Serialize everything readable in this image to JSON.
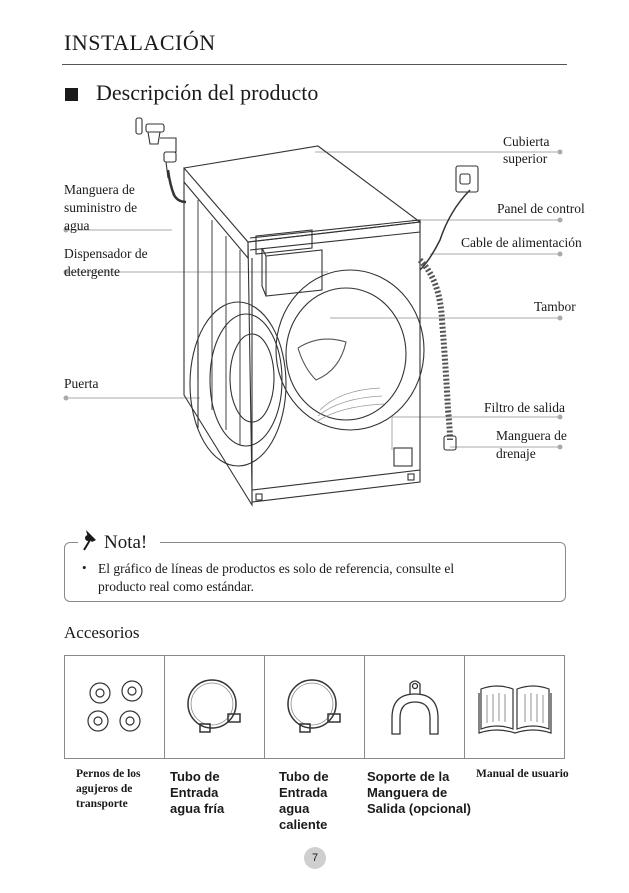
{
  "header": {
    "title": "INSTALACIÓN"
  },
  "section": {
    "title": "Descripción del producto"
  },
  "diagram": {
    "labels": {
      "top_cover_1": "Cubierta",
      "top_cover_2": "superior",
      "supply_hose_1": "Manguera de",
      "supply_hose_2": "suministro de",
      "supply_hose_3": "agua",
      "control_panel": "Panel de control",
      "power_cable": "Cable de alimentación",
      "detergent_1": "Dispensador de",
      "detergent_2": "detergente",
      "drum": "Tambor",
      "door": "Puerta",
      "outlet_filter": "Filtro de salida",
      "drain_hose_1": "Manguera de",
      "drain_hose_2": "drenaje"
    }
  },
  "note": {
    "title": "Nota!",
    "text_1": "El gráfico de líneas de productos es solo de referencia, consulte el",
    "text_2": "producto real como estándar.",
    "icon": "pushpin-icon"
  },
  "accessories": {
    "title": "Accesorios",
    "items": [
      {
        "icon": "transport-bolts-icon",
        "line1": "Pernos de los",
        "line2": "agujeros de",
        "line3": "transporte",
        "line4": ""
      },
      {
        "icon": "cold-inlet-hose-icon",
        "line1": "Tubo de",
        "line2": "Entrada",
        "line3": "agua fría",
        "line4": ""
      },
      {
        "icon": "hot-inlet-hose-icon",
        "line1": "Tubo de",
        "line2": "Entrada",
        "line3": "agua",
        "line4": "caliente"
      },
      {
        "icon": "outlet-hose-bracket-icon",
        "line1": "Soporte de la",
        "line2": "Manguera de",
        "line3": "Salida (opcional)",
        "line4": ""
      },
      {
        "icon": "user-manual-icon",
        "line1": "Manual de usuario",
        "line2": "",
        "line3": "",
        "line4": ""
      }
    ]
  },
  "page": {
    "number": "7"
  }
}
